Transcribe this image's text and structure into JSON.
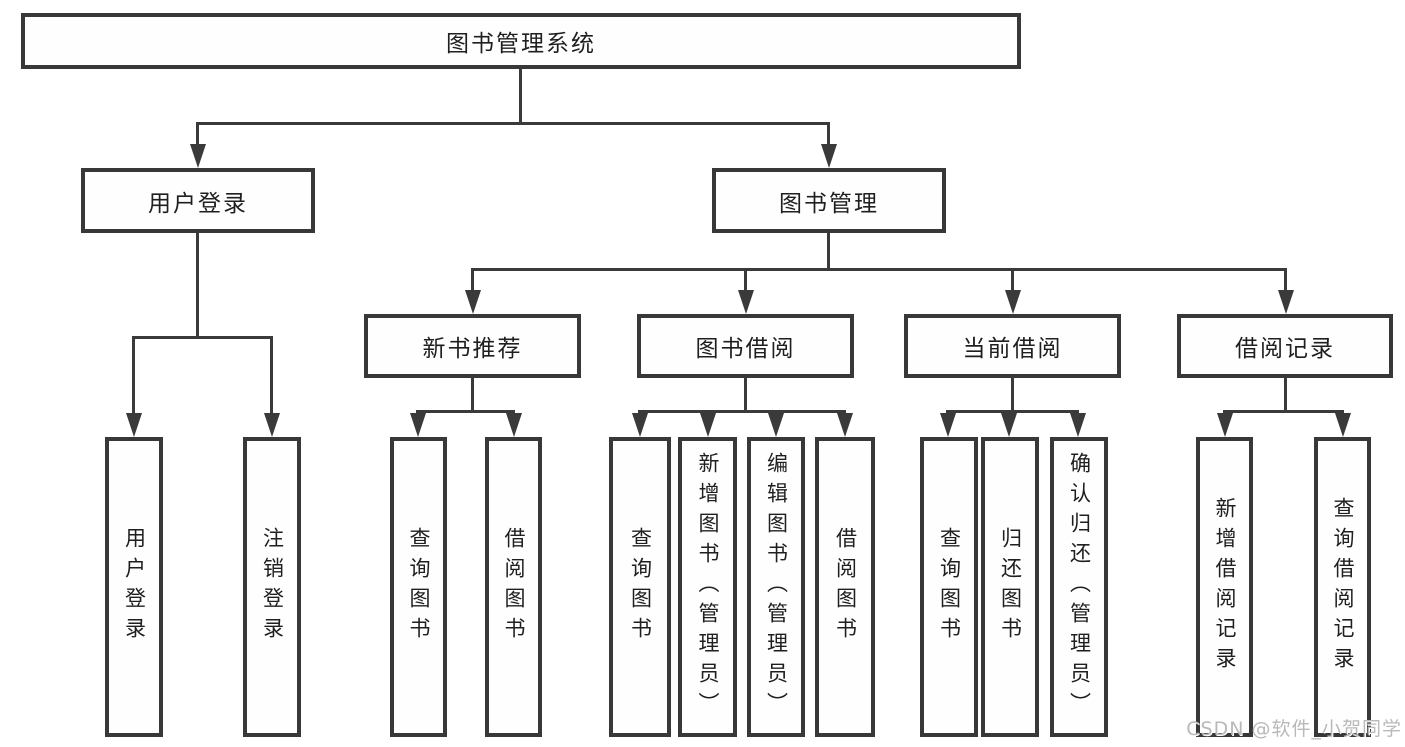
{
  "diagram": {
    "root": {
      "label": "图书管理系统"
    },
    "branches": [
      {
        "label": "用户登录",
        "children": [
          {
            "label": "用户登录"
          },
          {
            "label": "注销登录"
          }
        ]
      },
      {
        "label": "图书管理",
        "children": [
          {
            "label": "新书推荐",
            "children": [
              {
                "label": "查询图书"
              },
              {
                "label": "借阅图书"
              }
            ]
          },
          {
            "label": "图书借阅",
            "children": [
              {
                "label": "查询图书"
              },
              {
                "label": "新增图书（管理员）"
              },
              {
                "label": "编辑图书（管理员）"
              },
              {
                "label": "借阅图书"
              }
            ]
          },
          {
            "label": "当前借阅",
            "children": [
              {
                "label": "查询图书"
              },
              {
                "label": "归还图书"
              },
              {
                "label": "确认归还（管理员）"
              }
            ]
          },
          {
            "label": "借阅记录",
            "children": [
              {
                "label": "新增借阅记录"
              },
              {
                "label": "查询借阅记录"
              }
            ]
          }
        ]
      }
    ]
  },
  "watermark": {
    "text": "CSDN @软件_小贺同学"
  },
  "colors": {
    "line": "#3a3a3a",
    "border": "#383838",
    "text": "#1f1f1f",
    "watermark": "#b9b9b9",
    "background": "#ffffff"
  }
}
